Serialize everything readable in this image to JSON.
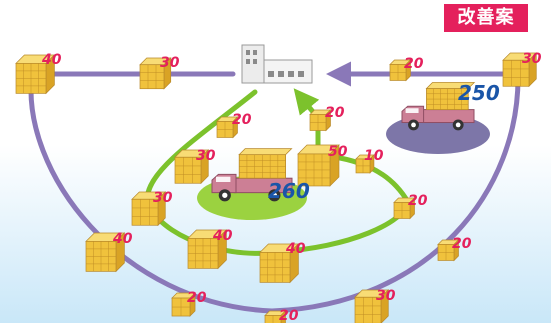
{
  "badge": {
    "label": "改善案",
    "color": "#e4205c"
  },
  "colors": {
    "outer_route": "#8a78b8",
    "inner_route": "#7cc22c",
    "quantity_text": "#e4205c",
    "truck_quantity_text": "#1a55a8",
    "box_fill": "#f0c23c",
    "truck_body": "#cc7f95"
  },
  "icons": {
    "facility": "factory-icon",
    "truck": "truck-icon",
    "package": "box-stack-icon"
  },
  "outer_route_quantities": [
    {
      "id": "o1",
      "value": "40"
    },
    {
      "id": "o2",
      "value": "30"
    },
    {
      "id": "o3",
      "value": "20"
    },
    {
      "id": "o4",
      "value": "30"
    },
    {
      "id": "o5",
      "value": "40"
    },
    {
      "id": "o6",
      "value": "20"
    },
    {
      "id": "o7",
      "value": "20"
    },
    {
      "id": "o8",
      "value": "30"
    },
    {
      "id": "o9",
      "value": "20"
    }
  ],
  "inner_route_quantities": [
    {
      "id": "i1",
      "value": "20"
    },
    {
      "id": "i2",
      "value": "30"
    },
    {
      "id": "i3",
      "value": "30"
    },
    {
      "id": "i4",
      "value": "40"
    },
    {
      "id": "i5",
      "value": "40"
    },
    {
      "id": "i6",
      "value": "20"
    },
    {
      "id": "i7",
      "value": "10"
    },
    {
      "id": "i8",
      "value": "50"
    },
    {
      "id": "i9",
      "value": "20"
    }
  ],
  "trucks": [
    {
      "id": "inner",
      "route": "inner",
      "load": "260"
    },
    {
      "id": "outer",
      "route": "outer",
      "load": "250"
    }
  ]
}
